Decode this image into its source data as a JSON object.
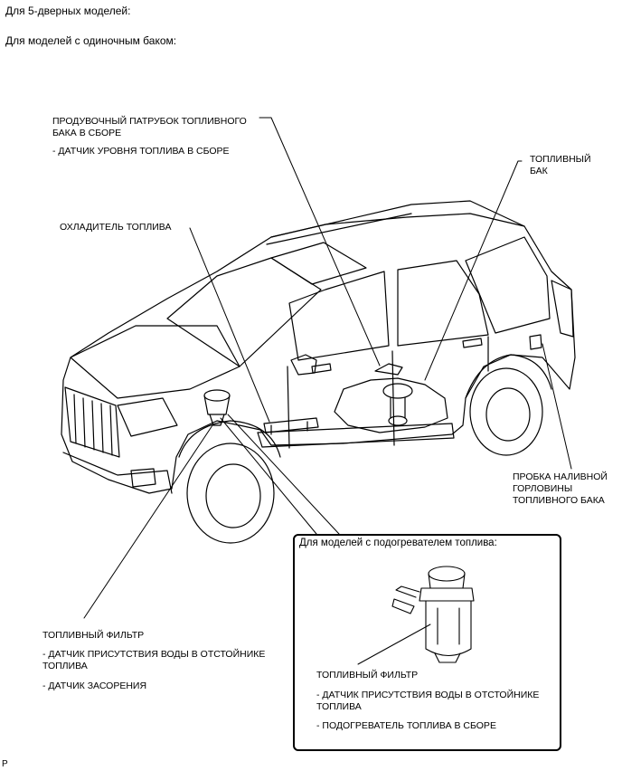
{
  "header": {
    "line1": "Для 5-дверных моделей:",
    "line2": "Для моделей с одиночным баком:"
  },
  "callouts": {
    "purge_pipe": "ПРОДУВОЧНЫЙ ПАТРУБОК ТОПЛИВНОГО\nБАКА В СБОРЕ",
    "purge_pipe_sub": "- ДАТЧИК УРОВНЯ ТОПЛИВА В СБОРЕ",
    "fuel_tank": "ТОПЛИВНЫЙ\nБАК",
    "fuel_cooler": "ОХЛАДИТЕЛЬ ТОПЛИВА",
    "filler_cap": "ПРОБКА НАЛИВНОЙ\nГОРЛОВИНЫ\nТОПЛИВНОГО БАКА",
    "fuel_filter": "ТОПЛИВНЫЙ ФИЛЬТР",
    "fuel_filter_sub1": "- ДАТЧИК ПРИСУТСТВИЯ ВОДЫ В ОТСТОЙНИКЕ\nТОПЛИВА",
    "fuel_filter_sub2": "- ДАТЧИК ЗАСОРЕНИЯ"
  },
  "inset": {
    "title": "Для моделей с подогревателем топлива:",
    "fuel_filter": "ТОПЛИВНЫЙ ФИЛЬТР",
    "sub1": "- ДАТЧИК ПРИСУТСТВИЯ ВОДЫ В ОТСТОЙНИКЕ\nТОПЛИВА",
    "sub2": "- ПОДОГРЕВАТЕЛЬ ТОПЛИВА В СБОРЕ"
  },
  "footer": {
    "code": "P"
  }
}
